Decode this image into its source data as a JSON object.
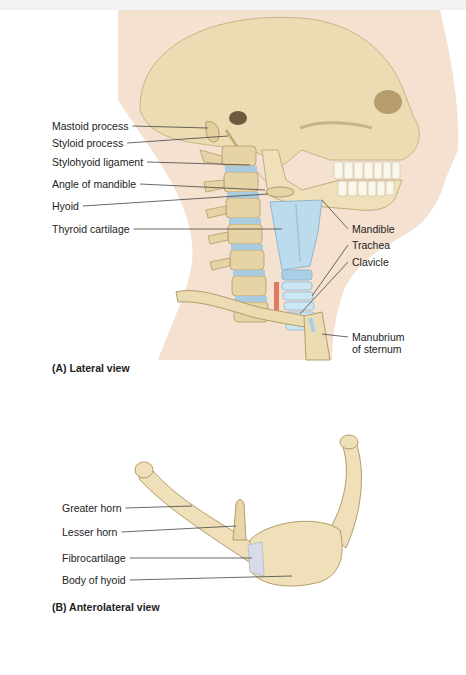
{
  "diagram": {
    "labels": [
      "Mastoid process",
      "Styloid process",
      "Stylohyoid ligament",
      "Angle of mandible",
      "Hyoid",
      "Thyroid cartilage",
      "Mandible",
      "Trachea",
      "Clavicle",
      "Manubrium of sternum",
      "(A) Lateral view",
      "Greater horn",
      "Lesser horn",
      "Fibrocartilage",
      "Body of hyoid",
      "(B) Anterolateral view"
    ]
  }
}
